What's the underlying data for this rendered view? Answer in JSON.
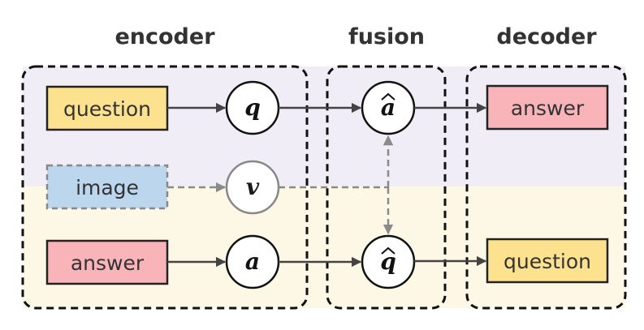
{
  "stages": {
    "encoder": "encoder",
    "fusion": "fusion",
    "decoder": "decoder"
  },
  "inputs": {
    "question": "question",
    "image": "image",
    "answer": "answer"
  },
  "nodes": {
    "q": "q",
    "v": "v",
    "a": "a",
    "a_hat": "a",
    "q_hat": "q"
  },
  "outputs": {
    "answer": "answer",
    "question": "question"
  },
  "colors": {
    "band_top": "#f0edf6",
    "band_bottom": "#fdf8e5",
    "question_fill": "#fce28e",
    "image_fill": "#bcd6ee",
    "answer_fill": "#f8b4b9",
    "arrow_solid": "#444444",
    "arrow_dashed": "#8a8a8a"
  }
}
